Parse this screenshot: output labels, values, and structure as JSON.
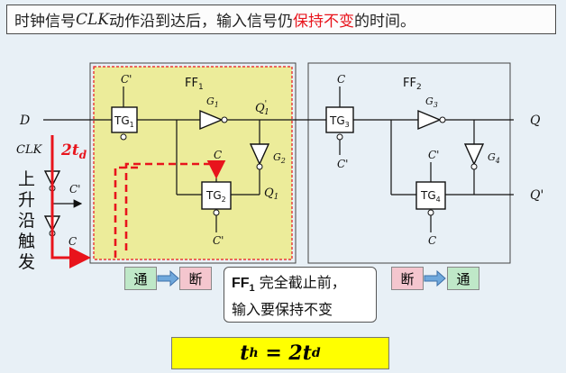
{
  "title": {
    "prefix": "时钟信号",
    "clk": "CLK",
    "middle": "动作沿到达后，输入信号仍",
    "highlight": "保持不变",
    "suffix": "的时间。"
  },
  "labels": {
    "d": "D",
    "q": "Q",
    "q_prime": "Q'",
    "clk": "CLK",
    "c": "C",
    "c_prime": "C'",
    "ff1": "FF",
    "ff1_sub": "1",
    "ff2": "FF",
    "ff2_sub": "2",
    "tg1": "TG",
    "tg1_sub": "1",
    "tg2": "TG",
    "tg2_sub": "2",
    "tg3": "TG",
    "tg3_sub": "3",
    "tg4": "TG",
    "tg4_sub": "4",
    "g1": "G",
    "g1_sub": "1",
    "g2": "G",
    "g2_sub": "2",
    "g3": "G",
    "g3_sub": "3",
    "g4": "G",
    "g4_sub": "4",
    "q1": "Q",
    "q1_sub": "1",
    "q1p": "Q",
    "q1p_sub": "1",
    "q1p_mark": "'",
    "delay": "2t",
    "delay_sub": "d"
  },
  "side_text": "上升沿触发",
  "chips": {
    "on_left": "通",
    "off_left": "断",
    "off_right": "断",
    "on_right": "通"
  },
  "callout": {
    "ff": "FF",
    "ff_sub": "1",
    "line1_rest": " 完全截止前，",
    "line2": "输入要保持不变"
  },
  "formula": {
    "t": "t",
    "t_sub": "h",
    "eq": " = 2t",
    "d_sub": "d"
  },
  "colors": {
    "ff1_fill": "#ecec9a",
    "red": "#e8141c",
    "chip_on": "#bfe8c8",
    "chip_off": "#f4c6ce",
    "formula_fill": "#ffff00"
  }
}
